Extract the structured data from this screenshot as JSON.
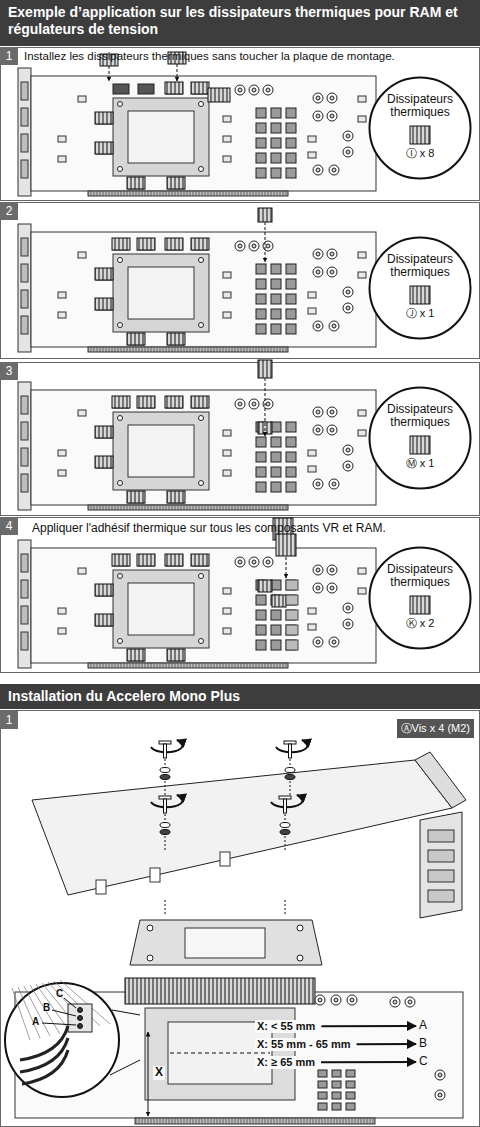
{
  "diagram": {
    "nodes": [
      {
        "text": [
          "Exemple d’application sur les dissipateurs thermiques pour RAM et régulateurs de tension"
        ]
      },
      {
        "text": [
          "1"
        ]
      },
      {
        "text": [
          "Dissipateurs thermiques",
          "Ⓘ x 8"
        ]
      },
      {
        "text": [
          "2"
        ]
      },
      {
        "text": [
          "Dissipateurs thermiques",
          "Ⓙ x 1"
        ]
      },
      {
        "text": [
          "3"
        ]
      },
      {
        "text": [
          "Dissipateurs thermiques",
          "Ⓜ x 1"
        ]
      },
      {
        "text": [
          "4"
        ]
      },
      {
        "text": [
          "Dissipateurs thermiques",
          "Ⓚ x 2"
        ]
      },
      {
        "text": [
          "Installation du Accelero Mono Plus"
        ]
      },
      {
        "text": [
          "1"
        ]
      },
      {
        "text": [
          "ⒶVis x 4 (M2)"
        ]
      }
    ],
    "labels": [
      "Installez les dissipateurs thermiques sans toucher la plaque de montage.",
      "Appliquer l'adhésif thermique sur tous les composants VR et RAM.",
      "C",
      "B",
      "A",
      "X: < 55 mm",
      "X: 55 mm - 65 mm",
      "X: ≥ 65 mm",
      "A",
      "B",
      "C",
      "X"
    ]
  }
}
